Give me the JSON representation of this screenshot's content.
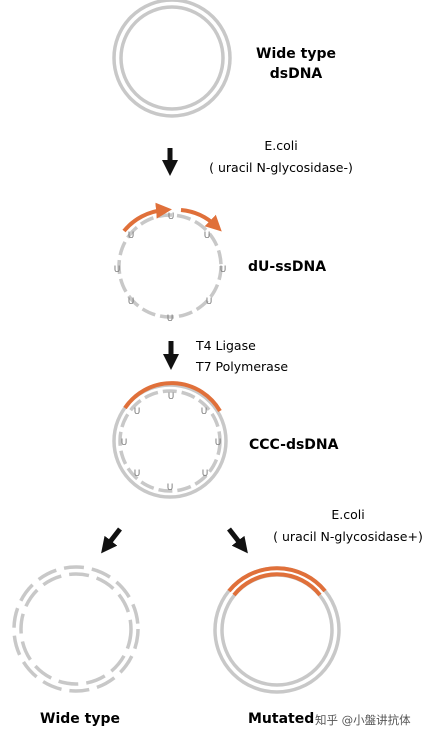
{
  "colors": {
    "strand": "#c8c8c8",
    "mutation": "#e0703a",
    "arrow": "#111111"
  },
  "steps": {
    "wild_type_ds": {
      "line1": "Wide type",
      "line2": "dsDNA"
    },
    "step1": {
      "line1": "E.coli",
      "line2": "( uracil N-glycosidase-)"
    },
    "du_ss": {
      "label": "dU-ssDNA",
      "uracil_marker": "U"
    },
    "step2": {
      "line1": "T4 Ligase",
      "line2": "T7 Polymerase"
    },
    "ccc": {
      "label": "CCC-dsDNA"
    },
    "step3": {
      "line1": "E.coli",
      "line2": "( uracil N-glycosidase+)"
    },
    "out_wild": {
      "label": "Wide type"
    },
    "out_mut": {
      "label": "Mutated"
    }
  },
  "watermark": "知乎 @小盤讲抗体"
}
